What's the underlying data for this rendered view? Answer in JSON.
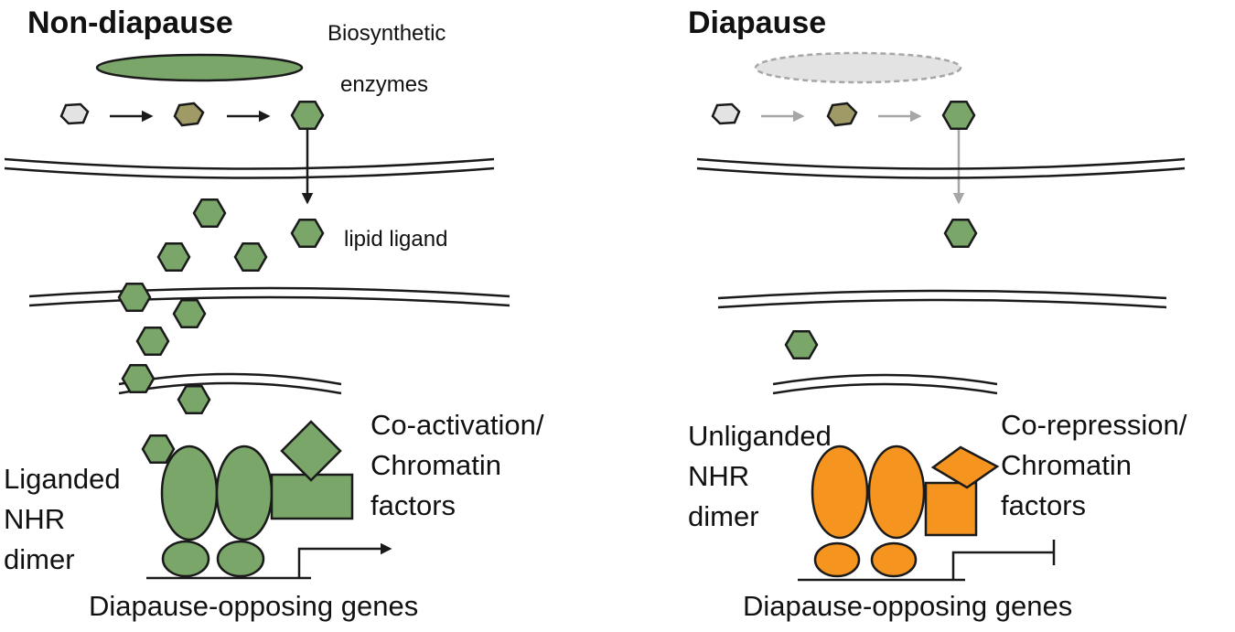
{
  "colors": {
    "green": "#7aa66a",
    "olive": "#a09a66",
    "grey": "#e3e3e3",
    "orange": "#f5951f",
    "ink": "#1a1a1a",
    "light_arrow": "#a6a6a6"
  },
  "icons": {
    "ligand": "hexagon",
    "enzyme": "ellipse",
    "nhr_subunit": "ellipse",
    "coactivator": "diamond-and-rectangle"
  },
  "left_panel": {
    "title": "Non-diapause",
    "enzymes_label_line1": "Biosynthetic",
    "enzymes_label_line2": "enzymes",
    "ligand_label": "lipid ligand",
    "cofactor_line1": "Co-activation/",
    "cofactor_line2": "Chromatin",
    "cofactor_line3": "factors",
    "nhr_line1": "Liganded",
    "nhr_line2": "NHR",
    "nhr_line3": "dimer",
    "genes_label": "Diapause-opposing genes"
  },
  "right_panel": {
    "title": "Diapause",
    "cofactor_line1": "Co-repression/",
    "cofactor_line2": "Chromatin",
    "cofactor_line3": "factors",
    "nhr_line1": "Unliganded",
    "nhr_line2": "NHR",
    "nhr_line3": "dimer",
    "genes_label": "Diapause-opposing genes"
  }
}
